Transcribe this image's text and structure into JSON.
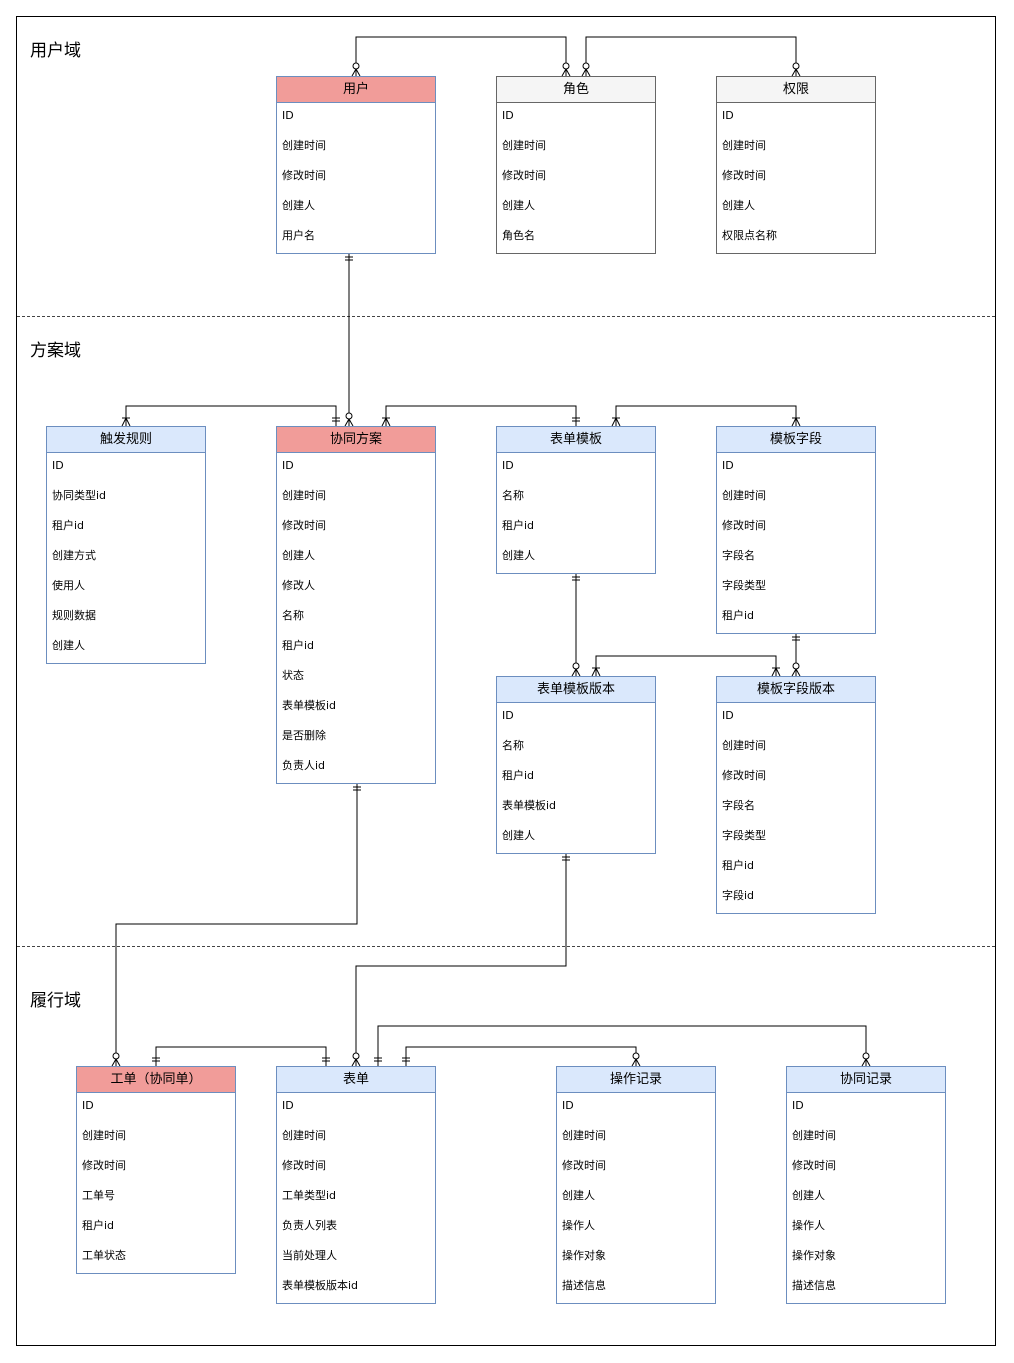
{
  "colors": {
    "header_blue": "#dae8fc",
    "header_gray": "#f5f5f5",
    "header_red": "#f19c99",
    "border_blue": "#6c8ebf",
    "border_gray": "#666666",
    "line": "#000000"
  },
  "domains": {
    "user": "用户域",
    "scheme": "方案域",
    "fulfillment": "履行域"
  },
  "entities": {
    "user": {
      "title": "用户",
      "fields": [
        "ID",
        "创建时间",
        "修改时间",
        "创建人",
        "用户名"
      ]
    },
    "role": {
      "title": "角色",
      "fields": [
        "ID",
        "创建时间",
        "修改时间",
        "创建人",
        "角色名"
      ]
    },
    "permission": {
      "title": "权限",
      "fields": [
        "ID",
        "创建时间",
        "修改时间",
        "创建人",
        "权限点名称"
      ]
    },
    "trigger_rule": {
      "title": "触发规则",
      "fields": [
        "ID",
        "协同类型id",
        "租户id",
        "创建方式",
        "使用人",
        "规则数据",
        "创建人"
      ]
    },
    "collab_scheme": {
      "title": "协同方案",
      "fields": [
        "ID",
        "创建时间",
        "修改时间",
        "创建人",
        "修改人",
        "名称",
        "租户id",
        "状态",
        "表单模板id",
        "是否删除",
        "负责人id"
      ]
    },
    "form_template": {
      "title": "表单模板",
      "fields": [
        "ID",
        "名称",
        "租户id",
        "创建人"
      ]
    },
    "template_field": {
      "title": "模板字段",
      "fields": [
        "ID",
        "创建时间",
        "修改时间",
        "字段名",
        "字段类型",
        "租户id"
      ]
    },
    "form_template_version": {
      "title": "表单模板版本",
      "fields": [
        "ID",
        "名称",
        "租户id",
        "表单模板id",
        "创建人"
      ]
    },
    "template_field_version": {
      "title": "模板字段版本",
      "fields": [
        "ID",
        "创建时间",
        "修改时间",
        "字段名",
        "字段类型",
        "租户id",
        "字段id"
      ]
    },
    "work_order": {
      "title": "工单（协同单）",
      "fields": [
        "ID",
        "创建时间",
        "修改时间",
        "工单号",
        "租户id",
        "工单状态"
      ]
    },
    "form": {
      "title": "表单",
      "fields": [
        "ID",
        "创建时间",
        "修改时间",
        "工单类型id",
        "负责人列表",
        "当前处理人",
        "表单模板版本id"
      ]
    },
    "operation_log": {
      "title": "操作记录",
      "fields": [
        "ID",
        "创建时间",
        "修改时间",
        "创建人",
        "操作人",
        "操作对象",
        "描述信息"
      ]
    },
    "collab_log": {
      "title": "协同记录",
      "fields": [
        "ID",
        "创建时间",
        "修改时间",
        "创建人",
        "操作人",
        "操作对象",
        "描述信息"
      ]
    }
  }
}
